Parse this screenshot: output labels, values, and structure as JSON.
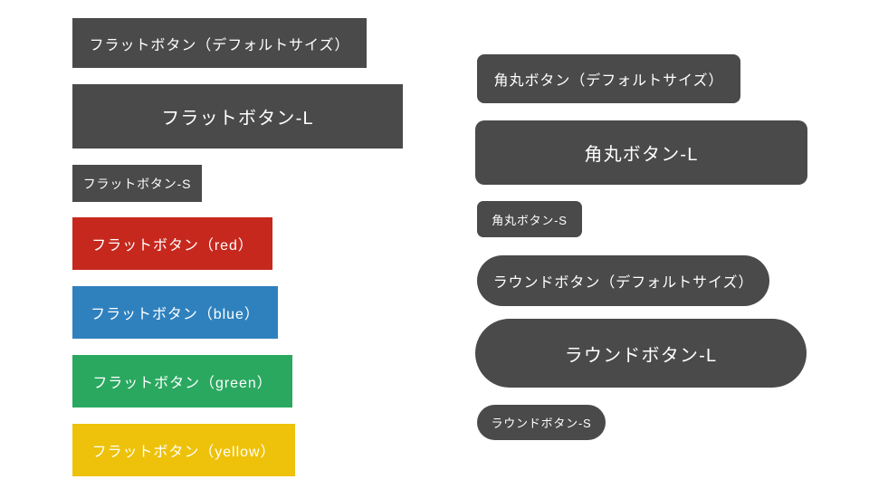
{
  "canvas": {
    "background": "#ffffff",
    "text_color": "#ffffff"
  },
  "colors": {
    "dark_gray": "#4a4a4a",
    "red": "#c6281e",
    "blue": "#2f81be",
    "green": "#2aa860",
    "yellow": "#eec20a"
  },
  "buttons": {
    "flat": [
      {
        "label": "フラットボタン（デフォルトサイズ）",
        "color": "#4a4a4a"
      },
      {
        "label": "フラットボタン-L",
        "color": "#4a4a4a"
      },
      {
        "label": "フラットボタン-S",
        "color": "#4a4a4a"
      },
      {
        "label": "フラットボタン（red）",
        "color": "#c6281e"
      },
      {
        "label": "フラットボタン（blue）",
        "color": "#2f81be"
      },
      {
        "label": "フラットボタン（green）",
        "color": "#2aa860"
      },
      {
        "label": "フラットボタン（yellow）",
        "color": "#eec20a"
      }
    ],
    "rounded": [
      {
        "label": "角丸ボタン（デフォルトサイズ）",
        "color": "#4a4a4a"
      },
      {
        "label": "角丸ボタン-L",
        "color": "#4a4a4a"
      },
      {
        "label": "角丸ボタン-S",
        "color": "#4a4a4a"
      }
    ],
    "pill": [
      {
        "label": "ラウンドボタン（デフォルトサイズ）",
        "color": "#4a4a4a"
      },
      {
        "label": "ラウンドボタン-L",
        "color": "#4a4a4a"
      },
      {
        "label": "ラウンドボタン-S",
        "color": "#4a4a4a"
      }
    ]
  }
}
